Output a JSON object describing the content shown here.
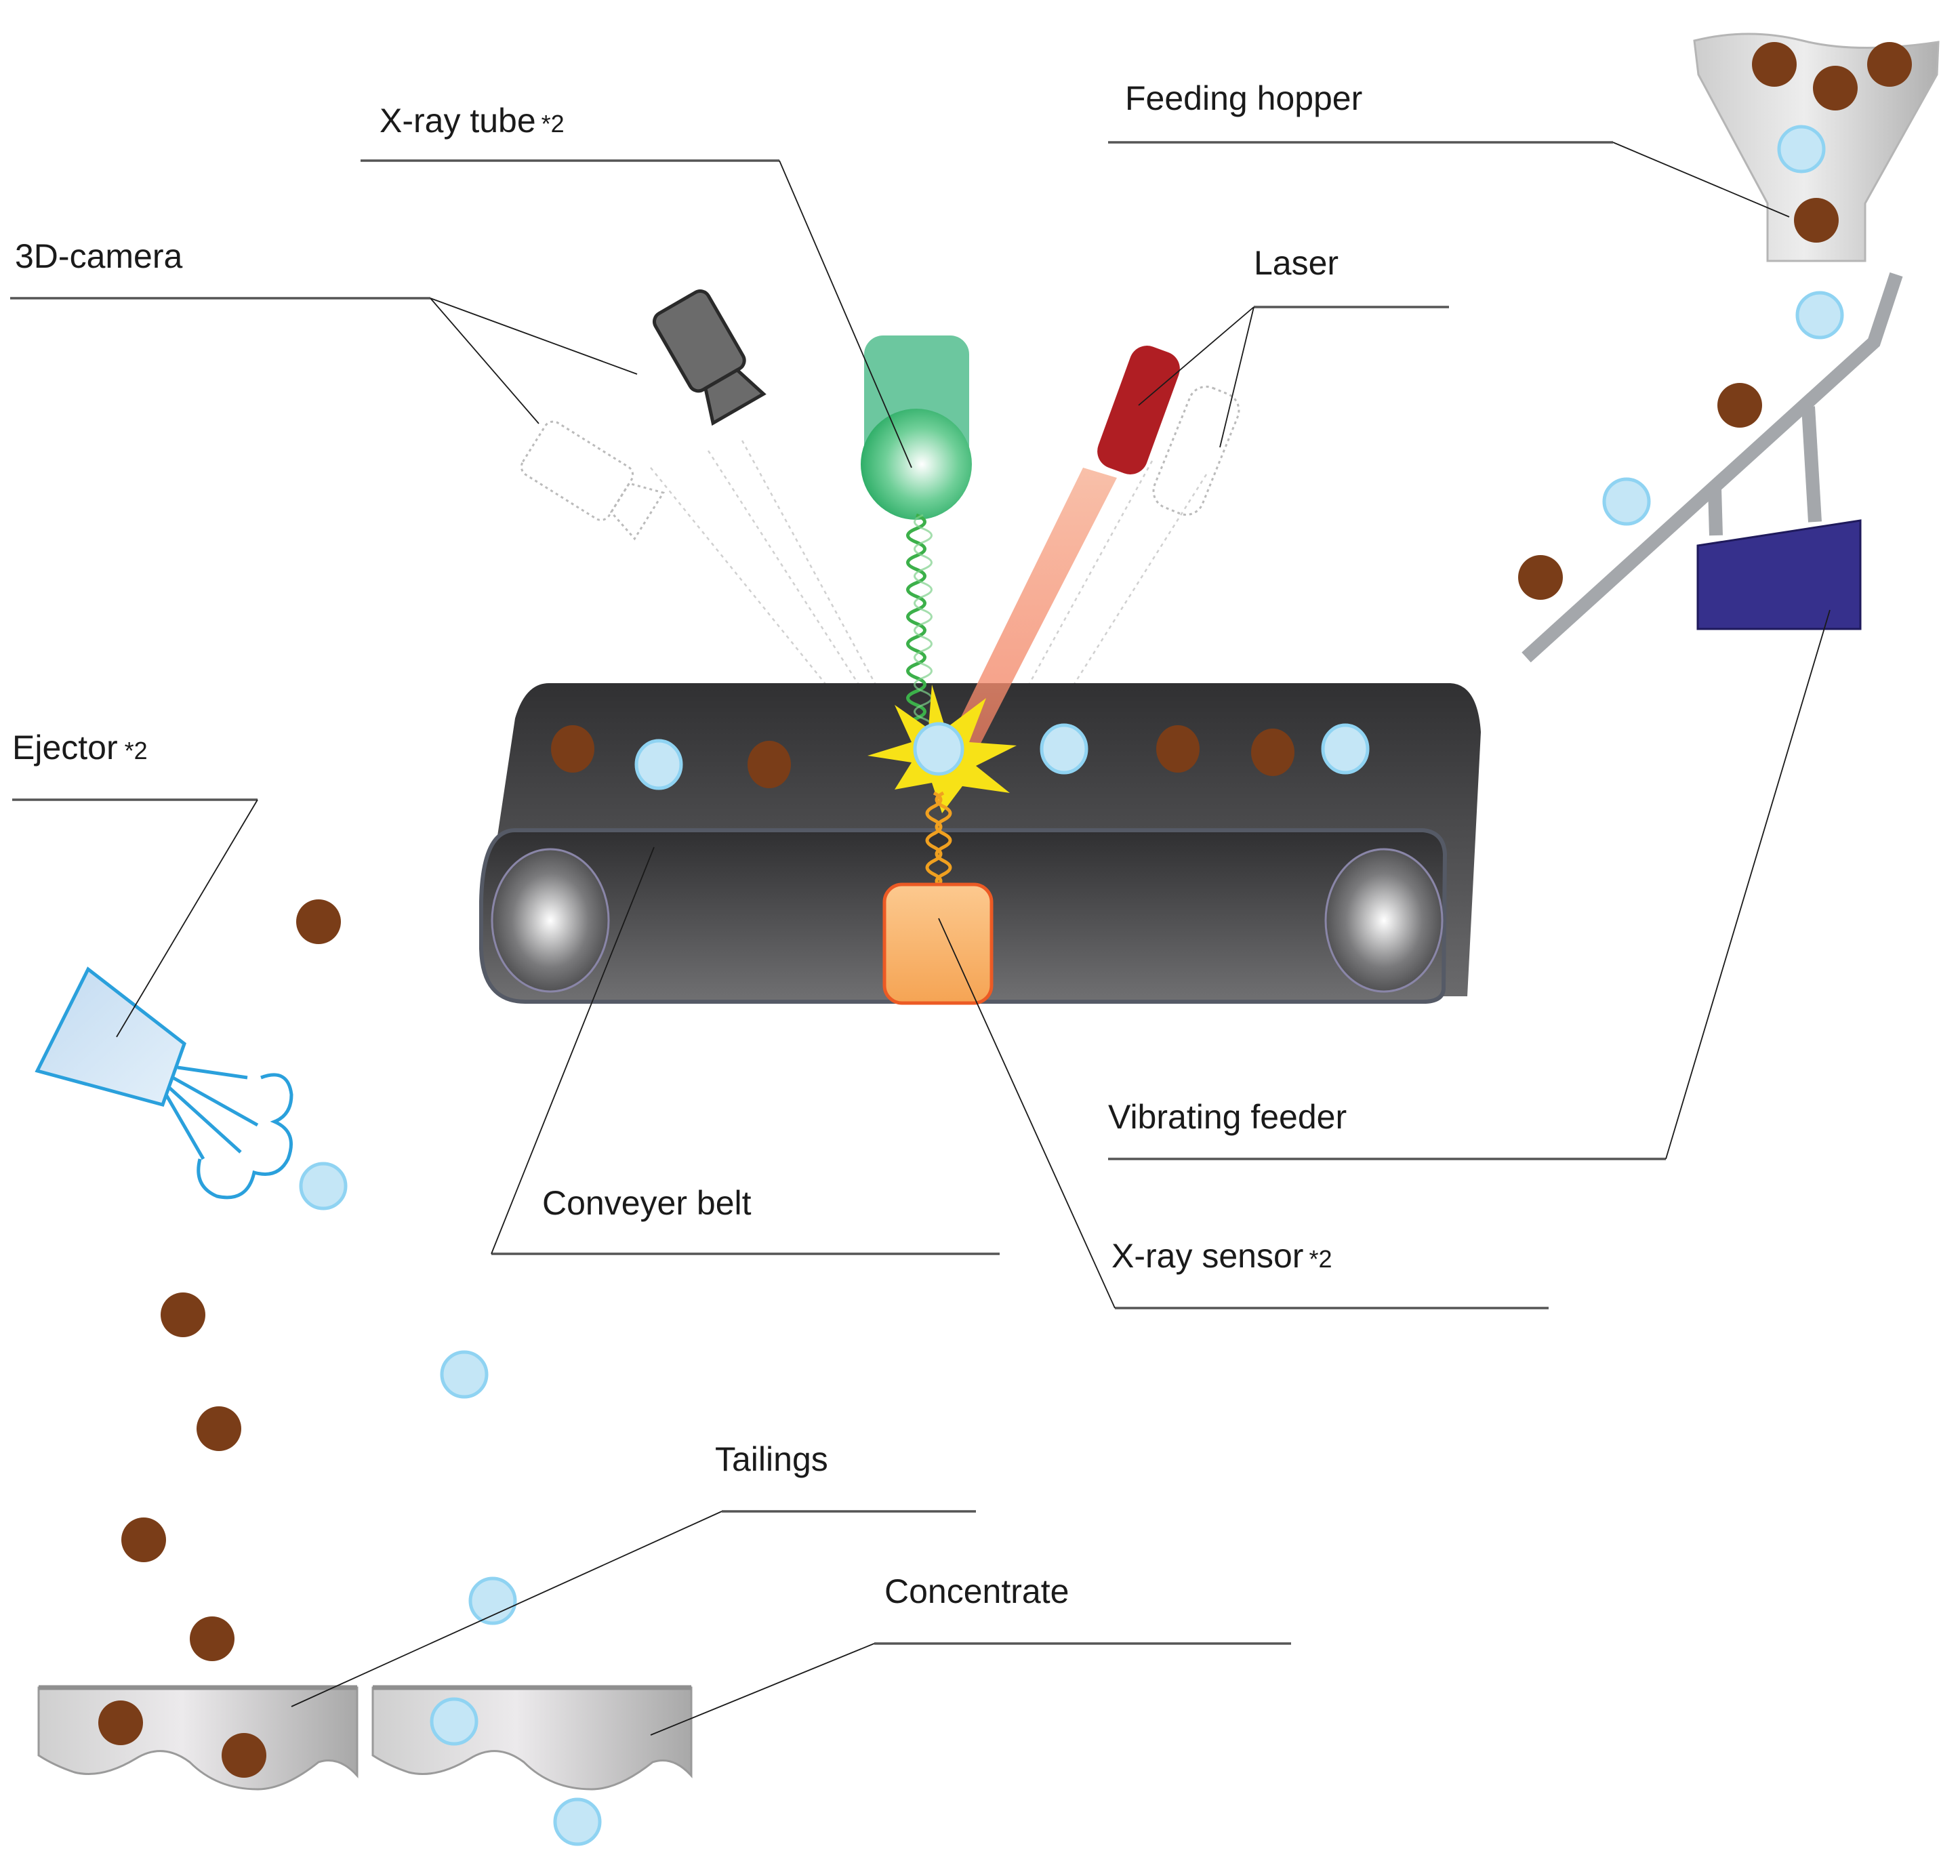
{
  "diagram": {
    "title": "X-ray / 3D-camera / laser ore sorting system",
    "colors": {
      "ore_particle": "#7a3d18",
      "gangue_particle": "#c4e6f6",
      "gangue_outline": "#8fd3f2",
      "belt": "#4a4a4c",
      "xray_tube": "#5cc48e",
      "laser": "#b01e23",
      "laser_beam": "#f59b82",
      "camera": "#6b6b6b",
      "xray_sensor": "#f7a75c",
      "vibrating_feeder_motor": "#36308c",
      "ejector": "#2aa0dc",
      "flash": "#f7e217"
    },
    "labels": {
      "xray_tube": {
        "text": "X-ray tube",
        "note": "*2"
      },
      "camera_3d": {
        "text": "3D-camera"
      },
      "laser": {
        "text": "Laser"
      },
      "feeding_hopper": {
        "text": "Feeding hopper"
      },
      "ejector": {
        "text": "Ejector",
        "note": "*2"
      },
      "vibrating_feeder": {
        "text": "Vibrating feeder"
      },
      "conveyer_belt": {
        "text": "Conveyer belt"
      },
      "xray_sensor": {
        "text": "X-ray sensor",
        "note": "*2"
      },
      "tailings": {
        "text": "Tailings"
      },
      "concentrate": {
        "text": "Concentrate"
      }
    },
    "particles": {
      "hopper": [
        "ore",
        "ore",
        "ore",
        "gangue",
        "ore"
      ],
      "feeder": [
        "gangue",
        "ore",
        "gangue",
        "ore"
      ],
      "belt": [
        "ore",
        "gangue",
        "ore",
        "gangue",
        "gangue",
        "ore",
        "ore",
        "gangue"
      ],
      "falling_left": [
        "ore",
        "ore",
        "ore",
        "ore",
        "ore"
      ],
      "falling_right": [
        "gangue",
        "gangue",
        "gangue",
        "gangue"
      ],
      "tailings_bin": [
        "ore",
        "ore"
      ],
      "concentrate_bin": [
        "gangue"
      ]
    }
  }
}
